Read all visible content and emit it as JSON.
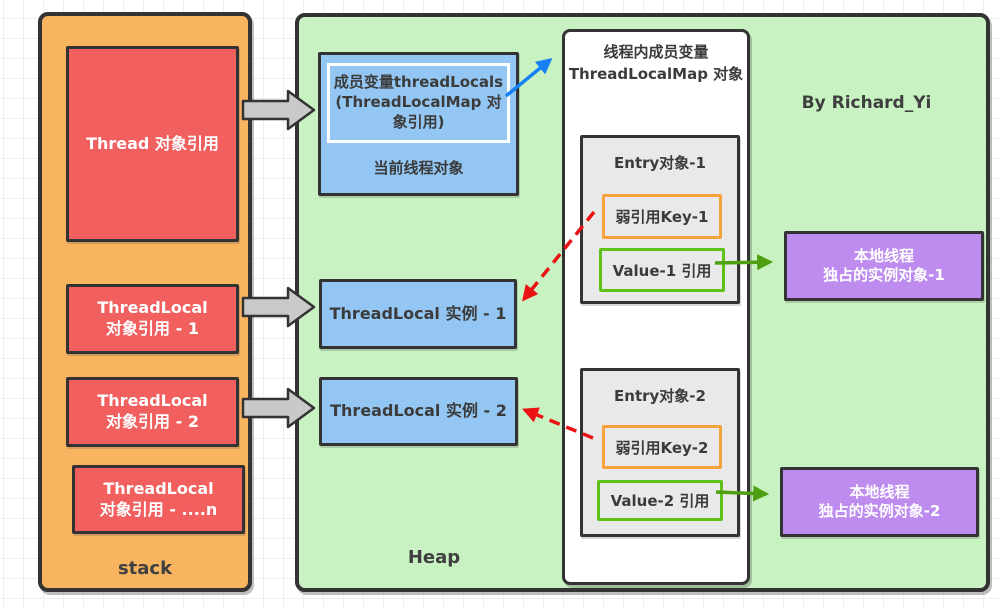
{
  "stack": {
    "label": "stack",
    "boxes": [
      {
        "lines": [
          "Thread 对象引用"
        ]
      },
      {
        "lines": [
          "ThreadLocal",
          "对象引用 - 1"
        ]
      },
      {
        "lines": [
          "ThreadLocal",
          "对象引用 - 2"
        ]
      },
      {
        "lines": [
          "ThreadLocal",
          "对象引用 - ....n"
        ]
      }
    ]
  },
  "heap": {
    "label": "Heap",
    "byline": "By Richard_Yi",
    "current_thread": {
      "member_lines": [
        "成员变量threadLocals",
        "(ThreadLocalMap 对",
        "象引用)"
      ],
      "label": "当前线程对象"
    },
    "threadlocals": [
      "ThreadLocal 实例 - 1",
      "ThreadLocal 实例 - 2"
    ],
    "map": {
      "title_lines": [
        "线程内成员变量",
        "ThreadLocalMap 对象"
      ],
      "entries": [
        {
          "title": "Entry对象-1",
          "key": "弱引用Key-1",
          "value": "Value-1 引用"
        },
        {
          "title": "Entry对象-2",
          "key": "弱引用Key-2",
          "value": "Value-2 引用"
        }
      ]
    },
    "value_objects": [
      {
        "lines": [
          "本地线程",
          "独占的实例对象-1"
        ]
      },
      {
        "lines": [
          "本地线程",
          "独占的实例对象-2"
        ]
      }
    ]
  },
  "colors": {
    "stack_bg": "#f9b45f",
    "heap_bg": "#c9f2c3",
    "red_box": "#f25f5f",
    "blue_box": "#93c6f2",
    "purple_box": "#bd8cee",
    "entry_bg": "#e9e9e9",
    "key_border": "#f7a33c",
    "value_border": "#5fc117",
    "arrow_gray": "#c9c9c9",
    "arrow_blue": "#1780f5",
    "arrow_red": "#ea1212",
    "arrow_green": "#4f9f13",
    "outline": "#333333"
  }
}
